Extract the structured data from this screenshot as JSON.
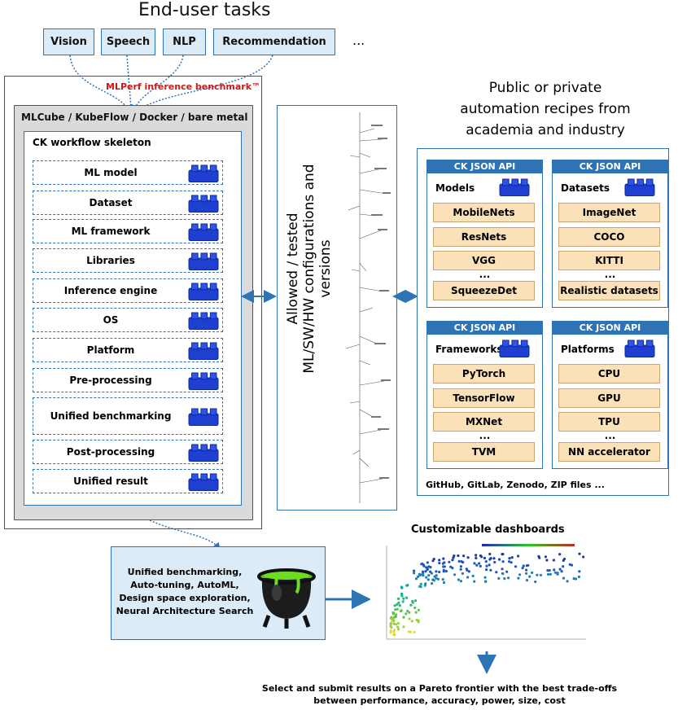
{
  "header": {
    "title": "End-user tasks"
  },
  "tasks": [
    "Vision",
    "Speech",
    "NLP",
    "Recommendation",
    "..."
  ],
  "mlperf": "MLPerf inference benchmark™",
  "container": "MLCube / KubeFlow / Docker / bare metal",
  "skeleton": {
    "title": "CK workflow skeleton",
    "steps": [
      "ML model",
      "Dataset",
      "ML framework",
      "Libraries",
      "Inference engine",
      "OS",
      "Platform",
      "Pre-processing",
      "Unified benchmarking",
      "Post-processing",
      "Unified result"
    ]
  },
  "middle": {
    "label_line1": "Allowed / tested",
    "label_line2": "ML/SW/HW configurations and versions"
  },
  "recipes": {
    "title_line1": "Public or private",
    "title_line2": "automation recipes from",
    "title_line3": "academia and industry",
    "footer": "GitHub, GitLab, Zenodo, ZIP files ..."
  },
  "apis": [
    {
      "head": "CK JSON API",
      "title": "Models",
      "items": [
        "MobileNets",
        "ResNets",
        "VGG",
        "...",
        "SqueezeDet"
      ]
    },
    {
      "head": "CK JSON API",
      "title": "Datasets",
      "items": [
        "ImageNet",
        "COCO",
        "KITTI",
        "...",
        "Realistic datasets"
      ]
    },
    {
      "head": "CK JSON API",
      "title": "Frameworks",
      "items": [
        "PyTorch",
        "TensorFlow",
        "MXNet",
        "...",
        "TVM"
      ]
    },
    {
      "head": "CK JSON API",
      "title": "Platforms",
      "items": [
        "CPU",
        "GPU",
        "TPU",
        "...",
        "NN accelerator"
      ]
    }
  ],
  "cauldron": {
    "lines": [
      "Unified benchmarking,",
      "Auto-tuning, AutoML,",
      "Design space exploration,",
      "Neural Architecture Search"
    ]
  },
  "dashboard": {
    "title": "Customizable dashboards"
  },
  "bottom": {
    "line1": "Select and submit results on a Pareto frontier with the best trade-offs",
    "line2": "between performance, accuracy, power, size, cost"
  },
  "colors": {
    "blue": "#2e74b5",
    "brick": "#1f3fd0",
    "red": "#d01818",
    "orange": "#fbe1b8"
  }
}
